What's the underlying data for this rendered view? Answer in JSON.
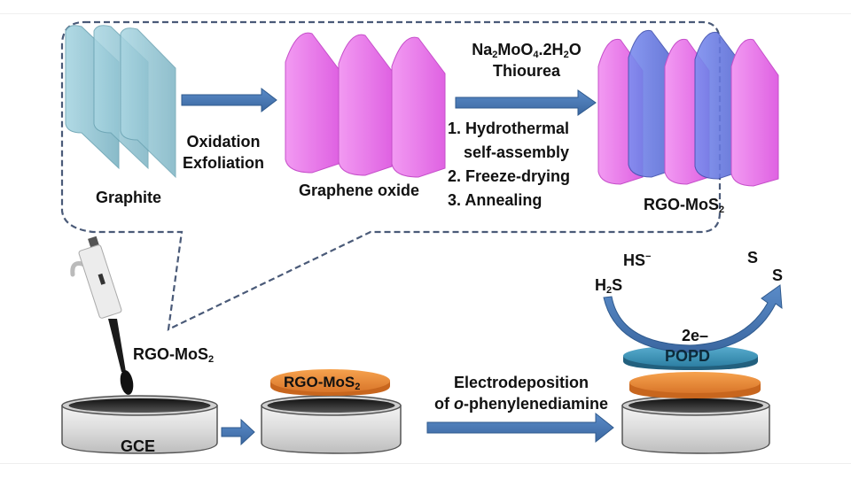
{
  "title": "Preparation of RGO-MoS2/POPD modified GCE for H2S sensing",
  "colors": {
    "graphite": "#7fb8c8",
    "graphene_oxide": "#e36fe6",
    "mos2": "#5a6fd8",
    "arrow": "#4a78b5",
    "rgo_mos2_layer": "#f0913a",
    "popd_layer": "#3e95b8",
    "dashed_outline": "#4a5a78",
    "electrode_body": "#e2e2e2",
    "electrode_top": "#2b2b2b"
  },
  "synthesis": {
    "graphite_label": "Graphite",
    "step1": {
      "line1": "Oxidation",
      "line2": "Exfoliation"
    },
    "graphene_oxide_label": "Graphene oxide",
    "reagents": {
      "na": "Na",
      "na_sub": "2",
      "moo": "MoO",
      "moo_sub": "4",
      "dot": ".2H",
      "h_sub": "2",
      "o": "O",
      "line2": "Thiourea"
    },
    "steps": [
      {
        "text": "1. Hydrothermal"
      },
      {
        "text": "self-assembly"
      },
      {
        "text": "2. Freeze-drying"
      },
      {
        "text": "3. Annealing"
      }
    ],
    "product_label": {
      "main": "RGO-MoS",
      "sub": "2"
    }
  },
  "electrode": {
    "drop_label": {
      "main": "RGO-MoS",
      "sub": "2"
    },
    "gce_label": "GCE",
    "coated_label": {
      "main": "RGO-MoS",
      "sub": "2"
    },
    "electrodeposition": {
      "line1": "Electrodeposition",
      "line2_prefix": "of ",
      "line2_italic": "o",
      "line2_rest": "-phenylenediamine"
    },
    "popd_label": "POPD"
  },
  "reaction": {
    "hs": "HS",
    "hs_charge": "−",
    "h2s_h": "H",
    "h2s_sub": "2",
    "h2s_s": "S",
    "electrons": "2e–",
    "s1": "S",
    "s2": "S"
  }
}
